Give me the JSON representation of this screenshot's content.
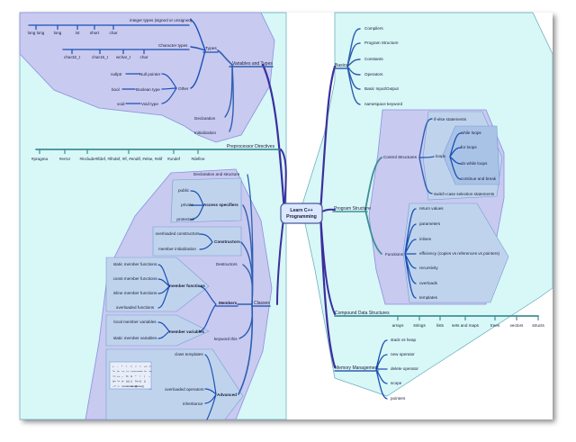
{
  "center": "Learn C++ Programming",
  "vars": {
    "label": "Variables and Types",
    "types": "Types",
    "integer_types": "integer types (signed or unsigned)",
    "integers": [
      "long long",
      "long",
      "int",
      "short",
      "char"
    ],
    "character_types": "Character types",
    "chars": [
      "char32_t",
      "char16_t",
      "wchar_t",
      "char"
    ],
    "other": "Other",
    "null_pointer": "Null pointer",
    "nullptr": "nullptr",
    "boolean_type": "Boolean type",
    "bool": "bool",
    "void_type": "Void type",
    "void": "void",
    "declaration": "Declaration",
    "initialization": "Initialization"
  },
  "preprocessor": {
    "label": "Preprocessor Directives",
    "items": [
      "#pragma",
      "#error",
      "#include",
      "#ifdef, #ifndef, #if, #endif, #else, #elif",
      "#undef",
      "#define"
    ]
  },
  "classes": {
    "label": "Classes",
    "declaration": "Declaration and structure",
    "access": "Access specifiers",
    "access_items": [
      "public",
      "private",
      "protected"
    ],
    "constructors": "Constructors",
    "constructor_items": [
      "overloaded constructors",
      "member initialization"
    ],
    "destructors": "Destructors",
    "members": "Members",
    "member_functions": "member functions",
    "member_function_items": [
      "static member functions",
      "const member functions",
      "inline member functions",
      "overloaded functions"
    ],
    "member_variables": "member variables",
    "member_variable_items": [
      "local member variables",
      "static member variables"
    ],
    "keyword_this": "keyword this",
    "advanced": "Advanced",
    "class_templates": "class templates",
    "operators_grid": [
      "+",
      "-",
      "*",
      "/",
      "=",
      "<",
      ">",
      "+=",
      "-=",
      "*=",
      "/=",
      "<<",
      ">>",
      "<<=",
      ">>=",
      "==",
      "!=",
      "<=",
      ">=",
      "++",
      "--",
      "%",
      "&",
      "^",
      "!",
      "|",
      "~",
      "&=",
      "^=",
      "|=",
      "&&",
      "||",
      "%=",
      "[]",
      "()",
      ",",
      "->*",
      "->",
      "new",
      "delete",
      "new[]",
      "delete[]"
    ],
    "overloaded_operators": "overloaded operators",
    "inheritance": "inheritance"
  },
  "basics": {
    "label": "Basics",
    "items": [
      "Compilers",
      "Program Structure",
      "Constants",
      "Operators",
      "Basic Input/Output",
      "namespace keyword"
    ]
  },
  "program_structure": {
    "label": "Program Structure",
    "control_structures": "Control Structures",
    "if_else": "if-else statements",
    "loops": "loops",
    "loop_items": [
      "while loops",
      "for loops",
      "do-while loops",
      "continue and break"
    ],
    "switch": "switch-case selection statements",
    "functions": "Functions",
    "function_items": [
      "return values",
      "parameters",
      "inlines",
      "efficiency (copies vs references vs pointers)",
      "recursivity",
      "overloads",
      "templates"
    ]
  },
  "compound": {
    "label": "Compound Data Structures",
    "items": [
      "arrays",
      "strings",
      "lists",
      "sets and maps",
      "trees",
      "vectors",
      "structs"
    ]
  },
  "memory": {
    "label": "Memory Management",
    "items": [
      "stack vs heap",
      "new operator",
      "delete operator",
      "scope",
      "pointers"
    ]
  },
  "colors": {
    "region_fill": "#d8f7f7",
    "cluster_fill": "#c8caf0",
    "cluster_stroke": "#8c8ee0",
    "inner_fill": "#bfd4ec",
    "inner_stroke": "#7a9ad6",
    "branch_purple": "#3b2f9e",
    "branch_blue": "#1b4fb5",
    "branch_teal": "#3f8f95",
    "center_fill": "#dbe8ff",
    "center_stroke": "#4a5a9a"
  }
}
